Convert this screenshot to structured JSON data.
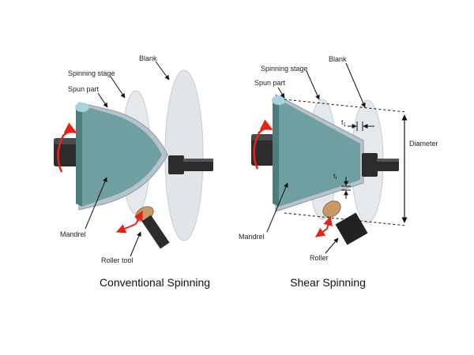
{
  "conventional": {
    "title": "Conventional Spinning",
    "labels": {
      "blank": "Blank",
      "spinning_stage": "Spinning stage",
      "spun_part": "Spun part",
      "mandrel": "Mandrel",
      "roller_tool": "Roller tool"
    }
  },
  "shear": {
    "title": "Shear Spinning",
    "labels": {
      "blank": "Blank",
      "spinning_stage": "Spinning stage",
      "spun_part": "Spun part",
      "mandrel": "Mandrel",
      "roller": "Roller",
      "diameter": "Diameter",
      "t_symbol_top": "t",
      "t_sub_top": "1",
      "t_symbol_bottom": "t",
      "t_sub_bottom": "f"
    }
  },
  "colors": {
    "mandrel": "#6f9fa0",
    "mandrel_dark": "#4e7d7e",
    "blank": "#e2e5e8",
    "spun_part": "#b7c3cc",
    "shaft": "#2c2c2c",
    "roller": "#c89a66",
    "rotation_arrow": "#e2231a",
    "leader": "#111111"
  }
}
